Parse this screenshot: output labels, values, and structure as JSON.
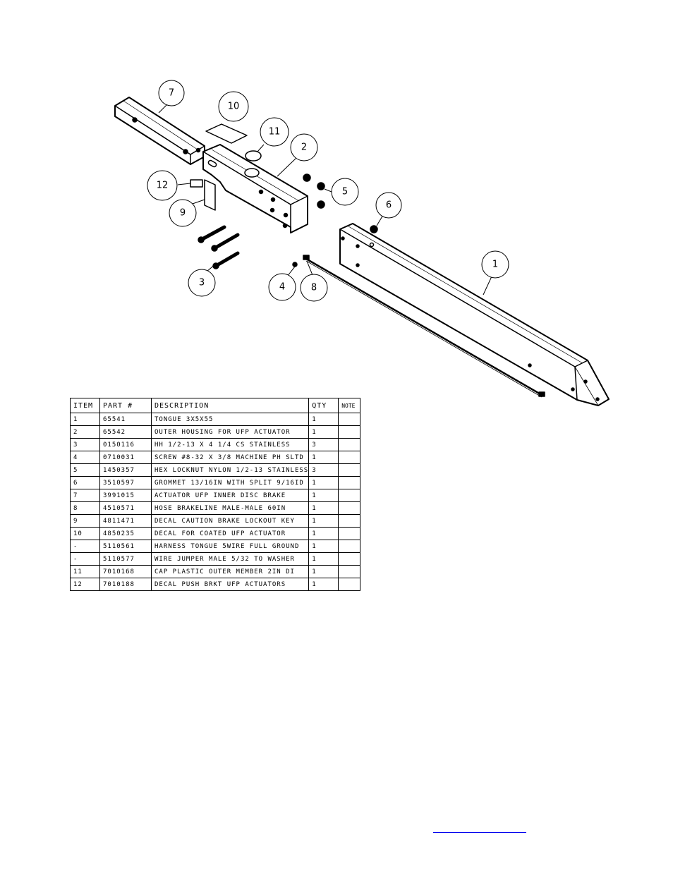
{
  "bom": {
    "headers": [
      "ITEM",
      "PART #",
      "DESCRIPTION",
      "QTY",
      "NOTE"
    ],
    "rows": [
      [
        "1",
        "65541",
        "TONGUE 3X5X55",
        "1",
        ""
      ],
      [
        "2",
        "65542",
        "OUTER HOUSING FOR UFP ACTUATOR",
        "1",
        ""
      ],
      [
        "3",
        "0150116",
        "HH 1/2-13 X 4 1/4 CS STAINLESS",
        "3",
        ""
      ],
      [
        "4",
        "0710031",
        "SCREW #8-32 X 3/8 MACHINE PH SLTD",
        "1",
        ""
      ],
      [
        "5",
        "1450357",
        "HEX LOCKNUT NYLON 1/2-13 STAINLESS",
        "3",
        ""
      ],
      [
        "6",
        "3510597",
        "GROMMET 13/16IN  WITH SPLIT 9/16ID",
        "1",
        ""
      ],
      [
        "7",
        "3991015",
        "ACTUATOR UFP INNER  DISC BRAKE",
        "1",
        ""
      ],
      [
        "8",
        "4510571",
        "HOSE BRAKELINE MALE-MALE 60IN",
        "1",
        ""
      ],
      [
        "9",
        "4811471",
        "DECAL CAUTION BRAKE LOCKOUT KEY",
        "1",
        ""
      ],
      [
        "10",
        "4850235",
        "DECAL FOR COATED UFP ACTUATOR",
        "1",
        ""
      ],
      [
        "-",
        "5110561",
        "HARNESS TONGUE 5WIRE FULL GROUND",
        "1",
        ""
      ],
      [
        "-",
        "5110577",
        "WIRE JUMPER MALE 5/32 TO WASHER",
        "1",
        ""
      ],
      [
        "11",
        "7010168",
        "CAP  PLASTIC OUTER MEMBER 2IN DI",
        "1",
        ""
      ],
      [
        "12",
        "7010188",
        "DECAL PUSH BRKT UFP ACTUATORS",
        "1",
        ""
      ]
    ]
  },
  "balloons": {
    "b7": "7",
    "b10": "10",
    "b11": "11",
    "b2": "2",
    "b12": "12",
    "b9": "9",
    "b5": "5",
    "b6": "6",
    "b1": "1",
    "b3": "3",
    "b4": "4",
    "b8": "8"
  }
}
